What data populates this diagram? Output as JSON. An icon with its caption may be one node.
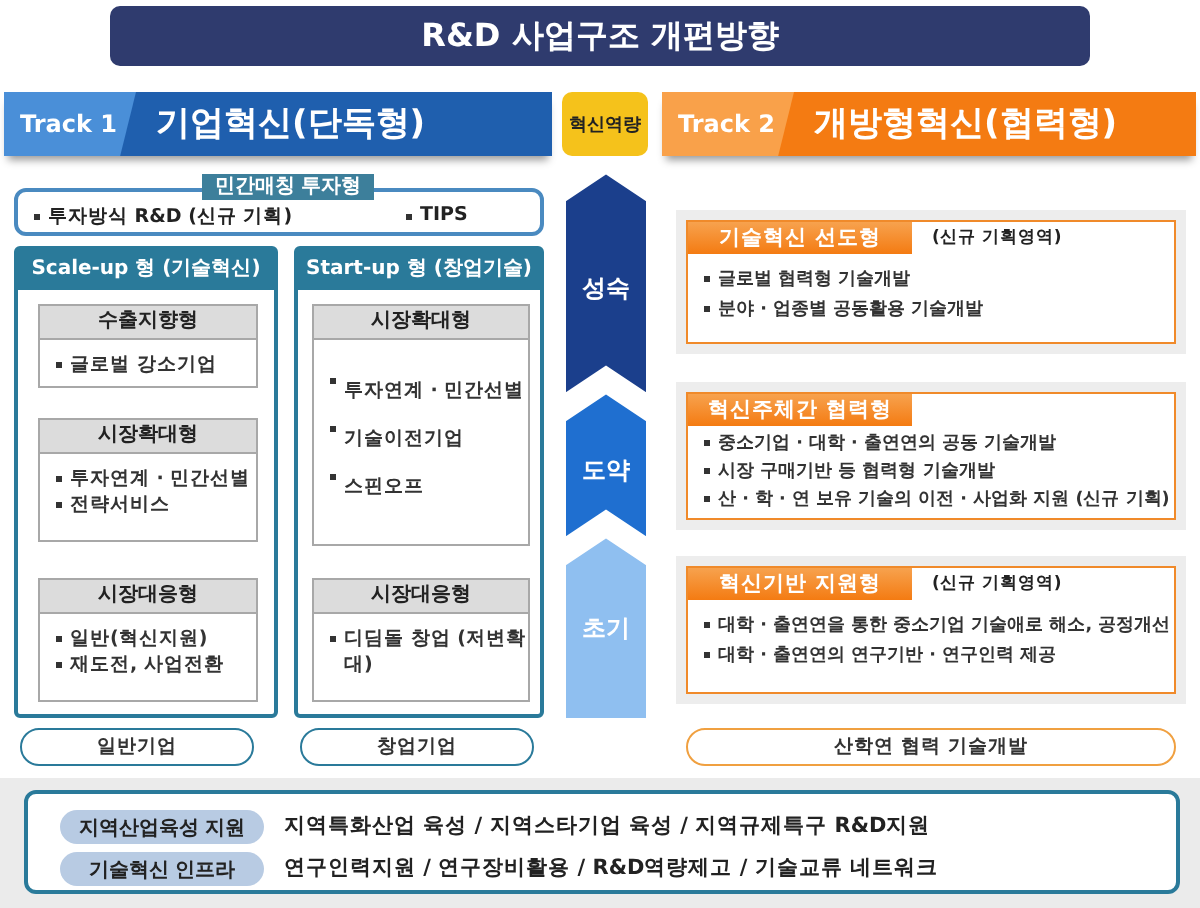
{
  "diagram": {
    "title": "R&D 사업구조 개편방향",
    "nodes": [
      {
        "text": [
          "Track 1",
          "기업혁신(단독형)"
        ]
      },
      {
        "text": [
          "혁신역량"
        ]
      },
      {
        "text": [
          "Track 2",
          "개방형혁신(협력형)"
        ]
      },
      {
        "text": [
          "민간매칭 투자형",
          "투자방식 R&D (신규 기획)",
          "TIPS"
        ]
      },
      {
        "text": [
          "Scale-up 형 (기술혁신)"
        ]
      },
      {
        "text": [
          "수출지향형",
          "글로벌 강소기업"
        ],
        "in": 4
      },
      {
        "text": [
          "시장확대형",
          "투자연계 · 민간선별",
          "전략서비스"
        ],
        "in": 4
      },
      {
        "text": [
          "시장대응형",
          "일반(혁신지원)",
          "재도전, 사업전환"
        ],
        "in": 4
      },
      {
        "text": [
          "Start-up 형 (창업기술)"
        ]
      },
      {
        "text": [
          "시장확대형",
          "투자연계 · 민간선별",
          "기술이전기업",
          "스핀오프"
        ],
        "in": 8
      },
      {
        "text": [
          "시장대응형",
          "디딤돌 창업 (저변확대)"
        ],
        "in": 8
      },
      {
        "text": [
          "일반기업"
        ]
      },
      {
        "text": [
          "창업기업"
        ]
      },
      {
        "text": [
          "성숙"
        ]
      },
      {
        "text": [
          "도약"
        ]
      },
      {
        "text": [
          "초기"
        ]
      },
      {
        "text": [
          "기술혁신 선도형",
          "(신규 기획영역)",
          "글로벌 협력형 기술개발",
          "분야 · 업종별 공동활용 기술개발"
        ]
      },
      {
        "text": [
          "혁신주체간 협력형",
          "중소기업 · 대학 · 출연연의 공동 기술개발",
          "시장 구매기반 등 협력형 기술개발",
          "산 · 학 · 연 보유 기술의 이전 · 사업화 지원 (신규 기획)"
        ]
      },
      {
        "text": [
          "혁신기반 지원형",
          "(신규 기획영역)",
          "대학 · 출연연을 통한 중소기업 기술애로 해소, 공정개선",
          "대학 · 출연연의 연구기반 · 연구인력 제공"
        ]
      },
      {
        "text": [
          "산학연 협력 기술개발"
        ]
      },
      {
        "text": [],
        "shape": "box"
      },
      {
        "text": [
          "지역산업육성 지원"
        ],
        "beside": [
          "지역특화산업 육성 / 지역스타기업 육성 / 지역규제특구 R&D지원"
        ],
        "in": 20
      },
      {
        "text": [
          "기술혁신 인프라"
        ],
        "beside": [
          "연구인력지원 / 연구장비활용 / R&D역량제고 / 기술교류 네트워크"
        ],
        "in": 20
      }
    ],
    "edges": []
  }
}
